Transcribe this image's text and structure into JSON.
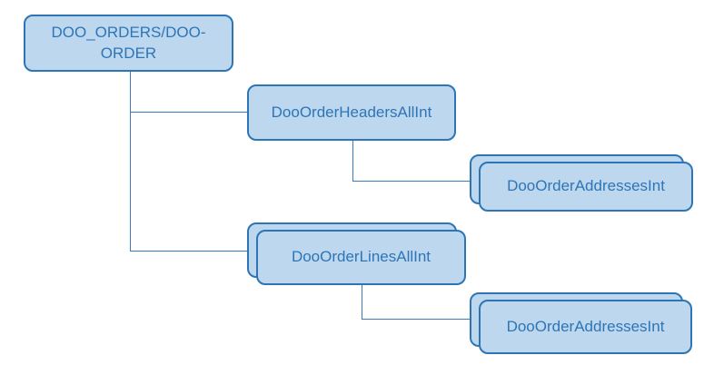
{
  "diagram": {
    "type": "hierarchy-tree",
    "colors": {
      "node_fill": "#bdd7ee",
      "node_border": "#2e75b6",
      "node_text": "#2e75b6",
      "connector": "#3c7ab9",
      "background": "#ffffff"
    },
    "nodes": {
      "root": {
        "label": "DOO_ORDERS/DOO-ORDER",
        "stacked": false
      },
      "headers": {
        "label": "DooOrderHeadersAllInt",
        "stacked": false
      },
      "addresses_top": {
        "label": "DooOrderAddressesInt",
        "stacked": true
      },
      "lines": {
        "label": "DooOrderLinesAllInt",
        "stacked": true
      },
      "addresses_bottom": {
        "label": "DooOrderAddressesInt",
        "stacked": true
      }
    },
    "edges": [
      {
        "from": "root",
        "to": "headers"
      },
      {
        "from": "root",
        "to": "lines"
      },
      {
        "from": "headers",
        "to": "addresses_top"
      },
      {
        "from": "lines",
        "to": "addresses_bottom"
      }
    ]
  }
}
